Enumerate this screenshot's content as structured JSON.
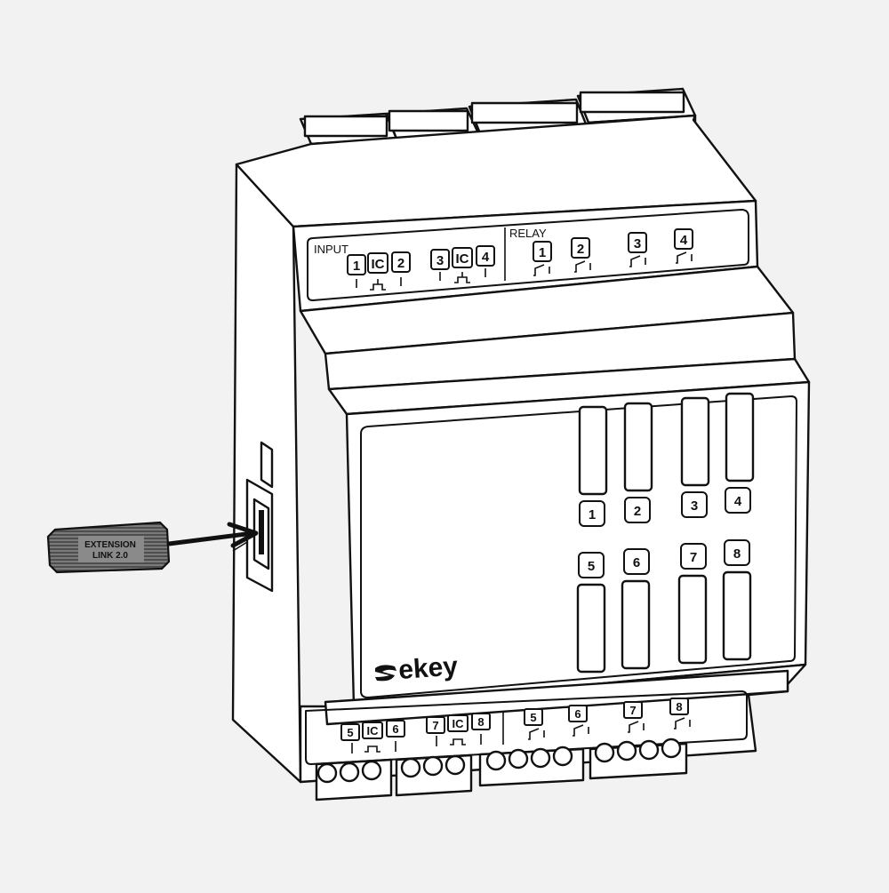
{
  "top_panel": {
    "input_header": "INPUT",
    "relay_header": "RELAY",
    "inputs": [
      "1",
      "IC",
      "2",
      "3",
      "IC",
      "4"
    ],
    "relays": [
      "1",
      "2",
      "3",
      "4"
    ]
  },
  "front_panel": {
    "indicators_top": [
      "1",
      "2",
      "3",
      "4"
    ],
    "indicators_bottom": [
      "5",
      "6",
      "7",
      "8"
    ],
    "logo": "ekey"
  },
  "bottom_panel": {
    "inputs": [
      "5",
      "IC",
      "6",
      "7",
      "IC",
      "8"
    ],
    "relays": [
      "5",
      "6",
      "7",
      "8"
    ]
  },
  "extension": {
    "line1": "EXTENSION",
    "line2": "LINK  2.0"
  }
}
